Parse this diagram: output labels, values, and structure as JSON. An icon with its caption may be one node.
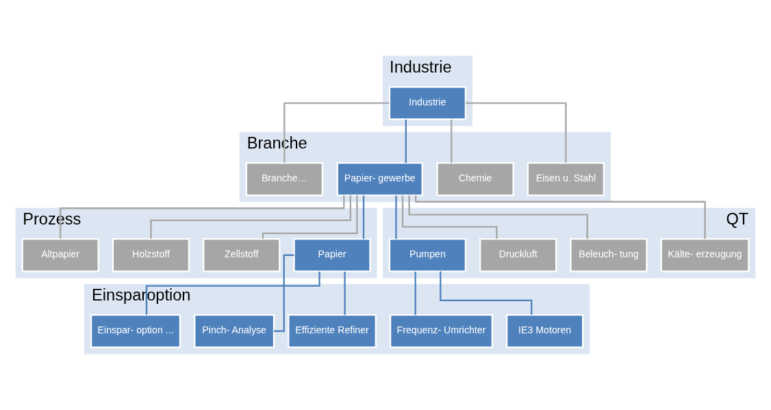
{
  "diagram": {
    "nodes": [
      {
        "text": [
          "Industrie"
        ]
      },
      {
        "text": [
          "Industrie"
        ],
        "in": 0
      },
      {
        "text": [
          "Branche"
        ]
      },
      {
        "text": [
          "Eisen u. Stahl"
        ],
        "in": 2
      },
      {
        "text": [
          "Chemie"
        ],
        "in": 2
      },
      {
        "text": [
          "Papier- gewerbe"
        ],
        "in": 2
      },
      {
        "text": [
          "Branche…"
        ],
        "in": 2
      },
      {
        "text": [
          "Prozess"
        ]
      },
      {
        "text": [
          "Papier"
        ],
        "in": 7
      },
      {
        "text": [
          "Zellstoff"
        ],
        "in": 7
      },
      {
        "text": [
          "Holzstoff"
        ],
        "in": 7
      },
      {
        "text": [
          "Altpapier"
        ],
        "in": 7
      },
      {
        "text": [
          "QT"
        ]
      },
      {
        "text": [
          "Kälte- erzeugung"
        ],
        "in": 12
      },
      {
        "text": [
          "Beleuch- tung"
        ],
        "in": 12
      },
      {
        "text": [
          "Druckluft"
        ],
        "in": 12
      },
      {
        "text": [
          "Pumpen"
        ],
        "in": 12
      },
      {
        "text": [
          "Einsparoption"
        ]
      },
      {
        "text": [
          "Effiziente Refiner"
        ],
        "in": 17
      },
      {
        "text": [
          "Pinch- Analyse"
        ],
        "in": 17
      },
      {
        "text": [
          "Einspar- option ..."
        ],
        "in": 17
      },
      {
        "text": [
          "Frequenz- Umrichter"
        ],
        "in": 17
      },
      {
        "text": [
          "IE3 Motoren"
        ],
        "in": 17
      }
    ],
    "edges": [
      {
        "from": 1,
        "to": 3,
        "arrow": "none"
      },
      {
        "from": 1,
        "to": 4,
        "arrow": "none"
      },
      {
        "from": 1,
        "to": 5,
        "arrow": "none",
        "color": "#4f81bd"
      },
      {
        "from": 1,
        "to": 6,
        "arrow": "none"
      },
      {
        "from": 5,
        "to": 8,
        "arrow": "none",
        "color": "#4f81bd"
      },
      {
        "from": 5,
        "to": 9,
        "arrow": "none"
      },
      {
        "from": 5,
        "to": 10,
        "arrow": "none"
      },
      {
        "from": 5,
        "to": 11,
        "arrow": "none"
      },
      {
        "from": 5,
        "to": 13,
        "arrow": "none"
      },
      {
        "from": 5,
        "to": 14,
        "arrow": "none"
      },
      {
        "from": 5,
        "to": 15,
        "arrow": "none"
      },
      {
        "from": 5,
        "to": 16,
        "arrow": "none",
        "color": "#4f81bd"
      },
      {
        "from": 8,
        "to": 18,
        "arrow": "none",
        "color": "#4f81bd"
      },
      {
        "from": 8,
        "to": 19,
        "arrow": "none",
        "color": "#4f81bd"
      },
      {
        "from": 8,
        "to": 20,
        "arrow": "none",
        "color": "#4f81bd"
      },
      {
        "from": 16,
        "to": 21,
        "arrow": "none",
        "color": "#4f81bd"
      },
      {
        "from": 16,
        "to": 22,
        "arrow": "none",
        "color": "#4f81bd"
      }
    ]
  }
}
